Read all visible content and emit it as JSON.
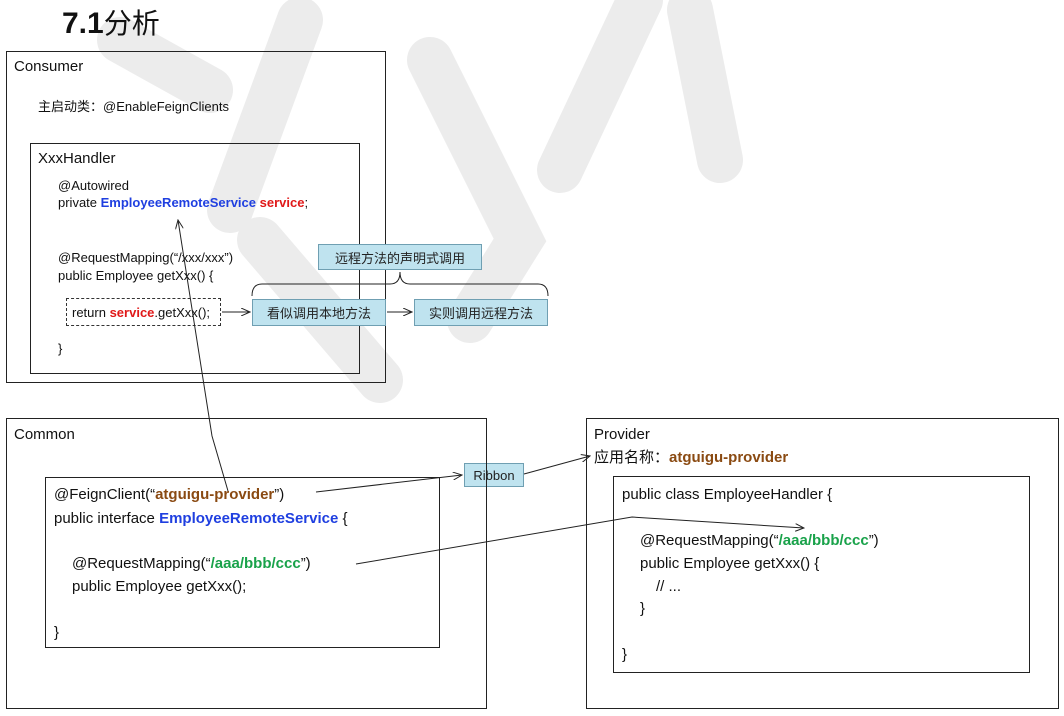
{
  "title": {
    "number": "7.1",
    "text": "分析"
  },
  "consumer": {
    "label": "Consumer",
    "main_class_prefix": "主启动类：",
    "main_class_annotation": "@EnableFeignClients",
    "handler": {
      "label": "XxxHandler",
      "autowired": "@Autowired",
      "private_kw": "private ",
      "service_type": "EmployeeRemoteService",
      "service_name": "service",
      "semicolon": ";",
      "request_mapping": "@RequestMapping(“/xxx/xxx”)",
      "method_sig": "public Employee getXxx() {",
      "return_kw": "return ",
      "return_service": "service",
      "return_call": ".getXxx();",
      "close_brace": "}"
    }
  },
  "tags": {
    "remote_declarative": "远程方法的声明式调用",
    "looks_local": "看似调用本地方法",
    "actually_remote": "实则调用远程方法",
    "ribbon": "Ribbon"
  },
  "common": {
    "label": "Common",
    "feign_prefix": "@FeignClient(“",
    "feign_name": "atguigu-provider",
    "feign_suffix": "”)",
    "interface_prefix": "public interface ",
    "interface_name": "EmployeeRemoteService",
    "interface_suffix": " {",
    "mapping_prefix": "@RequestMapping(“",
    "mapping_path": "/aaa/bbb/ccc",
    "mapping_suffix": "”)",
    "method_sig": "public Employee getXxx();",
    "close_brace": "}"
  },
  "provider": {
    "label": "Provider",
    "app_name_prefix": "应用名称：",
    "app_name": "atguigu-provider",
    "class_sig": "public class EmployeeHandler {",
    "mapping_prefix": "@RequestMapping(“",
    "mapping_path": "/aaa/bbb/ccc",
    "mapping_suffix": "”)",
    "method_sig": "public Employee getXxx() {",
    "comment": "// ...",
    "inner_close": "}",
    "outer_close": "}"
  }
}
